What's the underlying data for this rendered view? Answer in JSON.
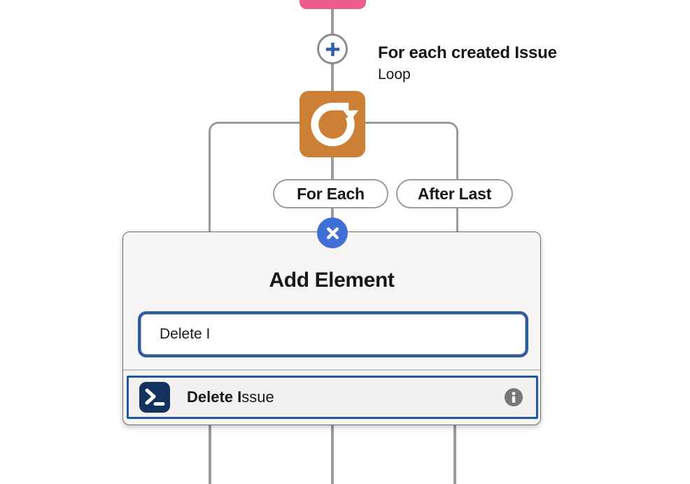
{
  "colors": {
    "prevNode": "#ED5C8D",
    "connector": "#9A9A9A",
    "plusRing": "#8C8C8C",
    "plusGlyph": "#2E5EA8",
    "loopNode": "#CB8036",
    "closeBtn": "#3E70D6",
    "pillBorder": "#9B9B9B",
    "popupBorder": "#6E6B68",
    "popupBg": "#F6F5F4",
    "focusRing": "#2B5CA7",
    "inputBorder": "#ADA9A6",
    "divider": "#CBC9C7",
    "rowBorder": "#1E57A8",
    "rowBg": "#F2F1F0",
    "actionIconBg": "#14325E",
    "infoIcon": "#787878",
    "text": "#181818"
  },
  "flow": {
    "loop_node": {
      "title": "For each created Issue",
      "type": "Loop",
      "icon": "loop-icon"
    },
    "branches": {
      "for_each": "For Each",
      "after_last": "After Last"
    },
    "add_button_icon": "plus-icon",
    "close_button_icon": "close-icon"
  },
  "popup": {
    "title": "Add Element",
    "search": {
      "value": "Delete I"
    },
    "results": [
      {
        "match": "Delete I",
        "rest": "ssue",
        "icon": "terminal-icon",
        "info_icon": "info-icon"
      }
    ]
  }
}
